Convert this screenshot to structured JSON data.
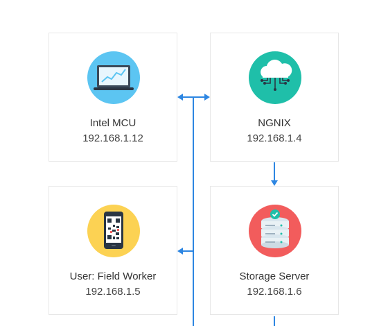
{
  "nodes": [
    {
      "id": "intel-mcu",
      "title": "Intel MCU",
      "ip": "192.168.1.12",
      "icon": "laptop-chart-icon",
      "icon_bg": "#5cc5f2"
    },
    {
      "id": "nginx",
      "title": "NGNIX",
      "ip": "192.168.1.4",
      "icon": "cloud-network-icon",
      "icon_bg": "#1fbfa9"
    },
    {
      "id": "field-worker",
      "title": "User: Field Worker",
      "ip": "192.168.1.5",
      "icon": "phone-qr-icon",
      "icon_bg": "#fcd253"
    },
    {
      "id": "storage-server",
      "title": "Storage Server",
      "ip": "192.168.1.6",
      "icon": "database-server-icon",
      "icon_bg": "#f25c5c"
    }
  ],
  "connector_color": "#2d86e2"
}
